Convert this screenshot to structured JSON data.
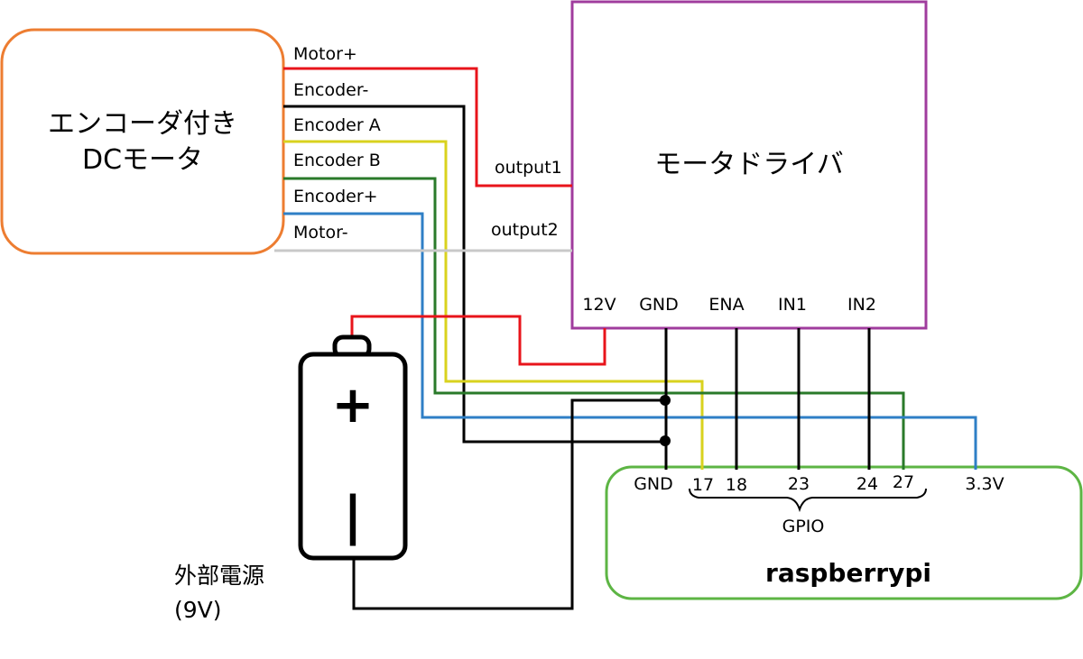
{
  "motor": {
    "title_line1": "エンコーダ付き",
    "title_line2": "DCモータ",
    "wires": [
      "Motor+",
      "Encoder-",
      "Encoder A",
      "Encoder B",
      "Encoder+",
      "Motor-"
    ]
  },
  "driver": {
    "title": "モータドライバ",
    "outputs": [
      "output1",
      "output2"
    ],
    "pins": [
      "12V",
      "GND",
      "ENA",
      "IN1",
      "IN2"
    ]
  },
  "battery": {
    "plus": "+",
    "minus": "|",
    "label_line1": "外部電源",
    "label_line2": "(9V)"
  },
  "pi": {
    "title": "raspberrypi",
    "pins": [
      "GND",
      "17",
      "18",
      "23",
      "24",
      "27",
      "3.3V"
    ],
    "gpio_label": "GPIO"
  },
  "colors": {
    "motor_box": "#ed7d31",
    "driver_box": "#a03c9e",
    "pi_box": "#5db544",
    "red": "#e8141b",
    "black": "#000000",
    "yellow": "#d9d21e",
    "green": "#2a7a2a",
    "blue": "#2f7fc6",
    "gray": "#c8c8c8"
  }
}
